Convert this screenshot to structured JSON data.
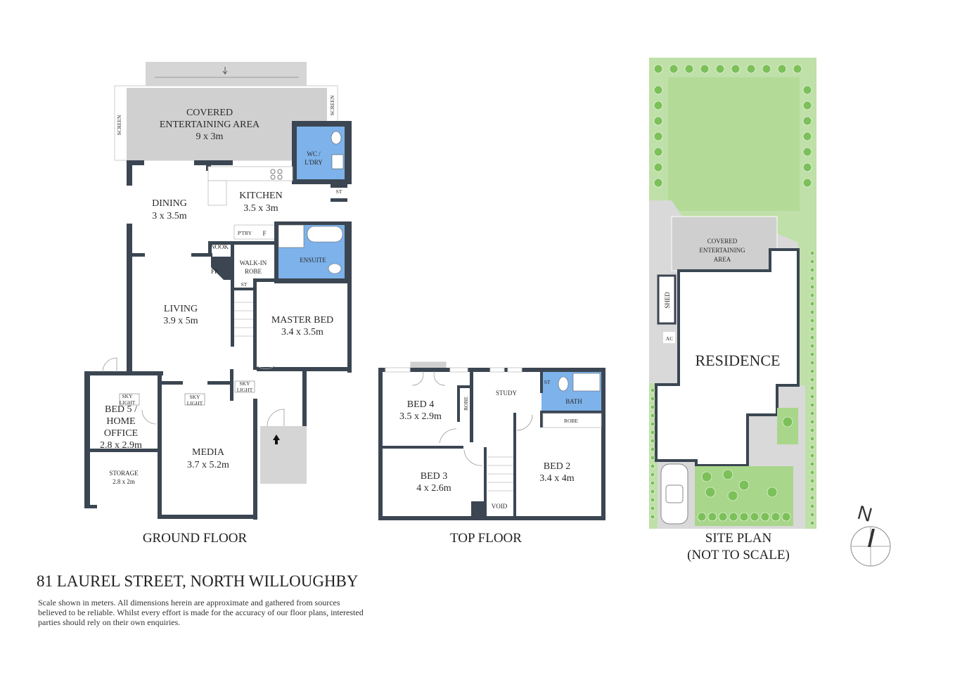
{
  "ground_floor": {
    "title": "GROUND FLOOR",
    "rooms": {
      "covered_1": "COVERED",
      "covered_2": "ENTERTAINING AREA",
      "covered_dim": "9 x 3m",
      "screen": "SCREEN",
      "wc_1": "WC /",
      "wc_2": "L'DRY",
      "dining": "DINING",
      "dining_dim": "3 x 3.5m",
      "kitchen": "KITCHEN",
      "kitchen_dim": "3.5 x 3m",
      "st": "ST",
      "pantry": "P'TRY",
      "fridge": "F",
      "nook": "NOOK",
      "fp": "FP",
      "ensuite": "ENSUITE",
      "wir_1": "WALK-IN",
      "wir_2": "ROBE",
      "living": "LIVING",
      "living_dim": "3.9 x 5m",
      "master": "MASTER BED",
      "master_dim": "3.4 x 3.5m",
      "sky": "SKY",
      "light": "LIGHT",
      "bed5_1": "BED 5 /",
      "bed5_2": "HOME",
      "bed5_3": "OFFICE",
      "bed5_dim": "2.8 x 2.9m",
      "storage": "STORAGE",
      "storage_dim": "2.8 x 2m",
      "media": "MEDIA",
      "media_dim": "3.7 x 5.2m"
    }
  },
  "top_floor": {
    "title": "TOP FLOOR",
    "rooms": {
      "bed4": "BED 4",
      "bed4_dim": "3.5 x 2.9m",
      "robe": "ROBE",
      "study": "STUDY",
      "st": "ST",
      "bath": "BATH",
      "bed3": "BED 3",
      "bed3_dim": "4 x 2.6m",
      "void": "VOID",
      "bed2": "BED 2",
      "bed2_dim": "3.4 x 4m"
    }
  },
  "site_plan": {
    "title_1": "SITE PLAN",
    "title_2": "(NOT TO SCALE)",
    "covered_1": "COVERED",
    "covered_2": "ENTERTAINING",
    "covered_3": "AREA",
    "shed": "SHED",
    "ac": "AC",
    "residence": "RESIDENCE"
  },
  "compass": {
    "north": "N"
  },
  "address": "81 LAUREL STREET, NORTH WILLOUGHBY",
  "disclaimer": "Scale shown in meters. All dimensions herein are approximate and gathered from sources believed to be  reliable. Whilst every effort is made for the accuracy of our floor plans, interested parties should rely on their own enquiries.",
  "colors": {
    "wall": "#3b4652",
    "wet_area": "#7db2ea",
    "paving": "#d9d9d9",
    "lawn": "#bfe0a8",
    "planting": "#8bc86a"
  }
}
